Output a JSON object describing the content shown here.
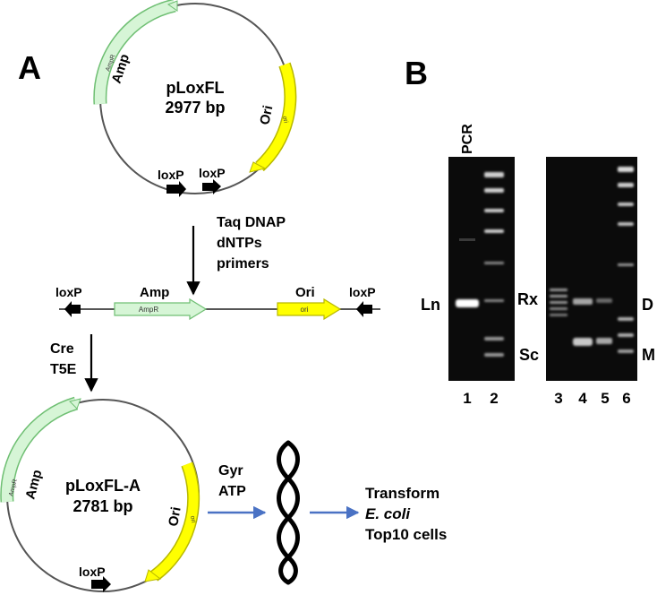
{
  "panel_a": {
    "letter": "A",
    "plasmid1": {
      "name": "pLoxFL",
      "size": "2977 bp",
      "amp_label": "Amp",
      "amp_feature": "AmpR",
      "ori_label": "Ori",
      "ori_feature": "ori",
      "loxp_left": "loxP",
      "loxp_right": "loxP"
    },
    "pcr_step": {
      "line1": "Taq DNAP",
      "line2": "dNTPs",
      "line3": "primers"
    },
    "linear": {
      "loxp_left": "loxP",
      "amp_label": "Amp",
      "amp_feature": "AmpR",
      "ori_label": "Ori",
      "ori_feature": "ori",
      "loxp_right": "loxP"
    },
    "cre_step": {
      "line1": "Cre",
      "line2": "T5E"
    },
    "plasmid2": {
      "name": "pLoxFL-A",
      "size": "2781 bp",
      "amp_label": "Amp",
      "amp_feature": "AmpR",
      "ori_label": "Ori",
      "ori_feature": "ori",
      "loxp": "loxP"
    },
    "gyr_step": {
      "line1": "Gyr",
      "line2": "ATP"
    },
    "transform": {
      "line1": "Transform",
      "line2": "E. coli",
      "line3": "Top10 cells"
    }
  },
  "panel_b": {
    "letter": "B",
    "pcr_label": "PCR",
    "left_labels": {
      "ln": "Ln"
    },
    "middle_labels": {
      "rx": "Rx",
      "sc": "Sc"
    },
    "right_labels": {
      "d": "D",
      "m": "M"
    },
    "lanes": [
      "1",
      "2",
      "3",
      "4",
      "5",
      "6"
    ]
  },
  "colors": {
    "amp_fill": "#d6f5d6",
    "amp_stroke": "#6fbf73",
    "ori_fill": "#ffff00",
    "ori_stroke": "#b8b800",
    "arrow_blue": "#4a72c4",
    "gel_bg": "#0b0b0b"
  },
  "icons": [
    "loxp-arrow-icon",
    "supercoiled-dna-icon",
    "down-arrow-icon",
    "right-arrow-icon"
  ]
}
